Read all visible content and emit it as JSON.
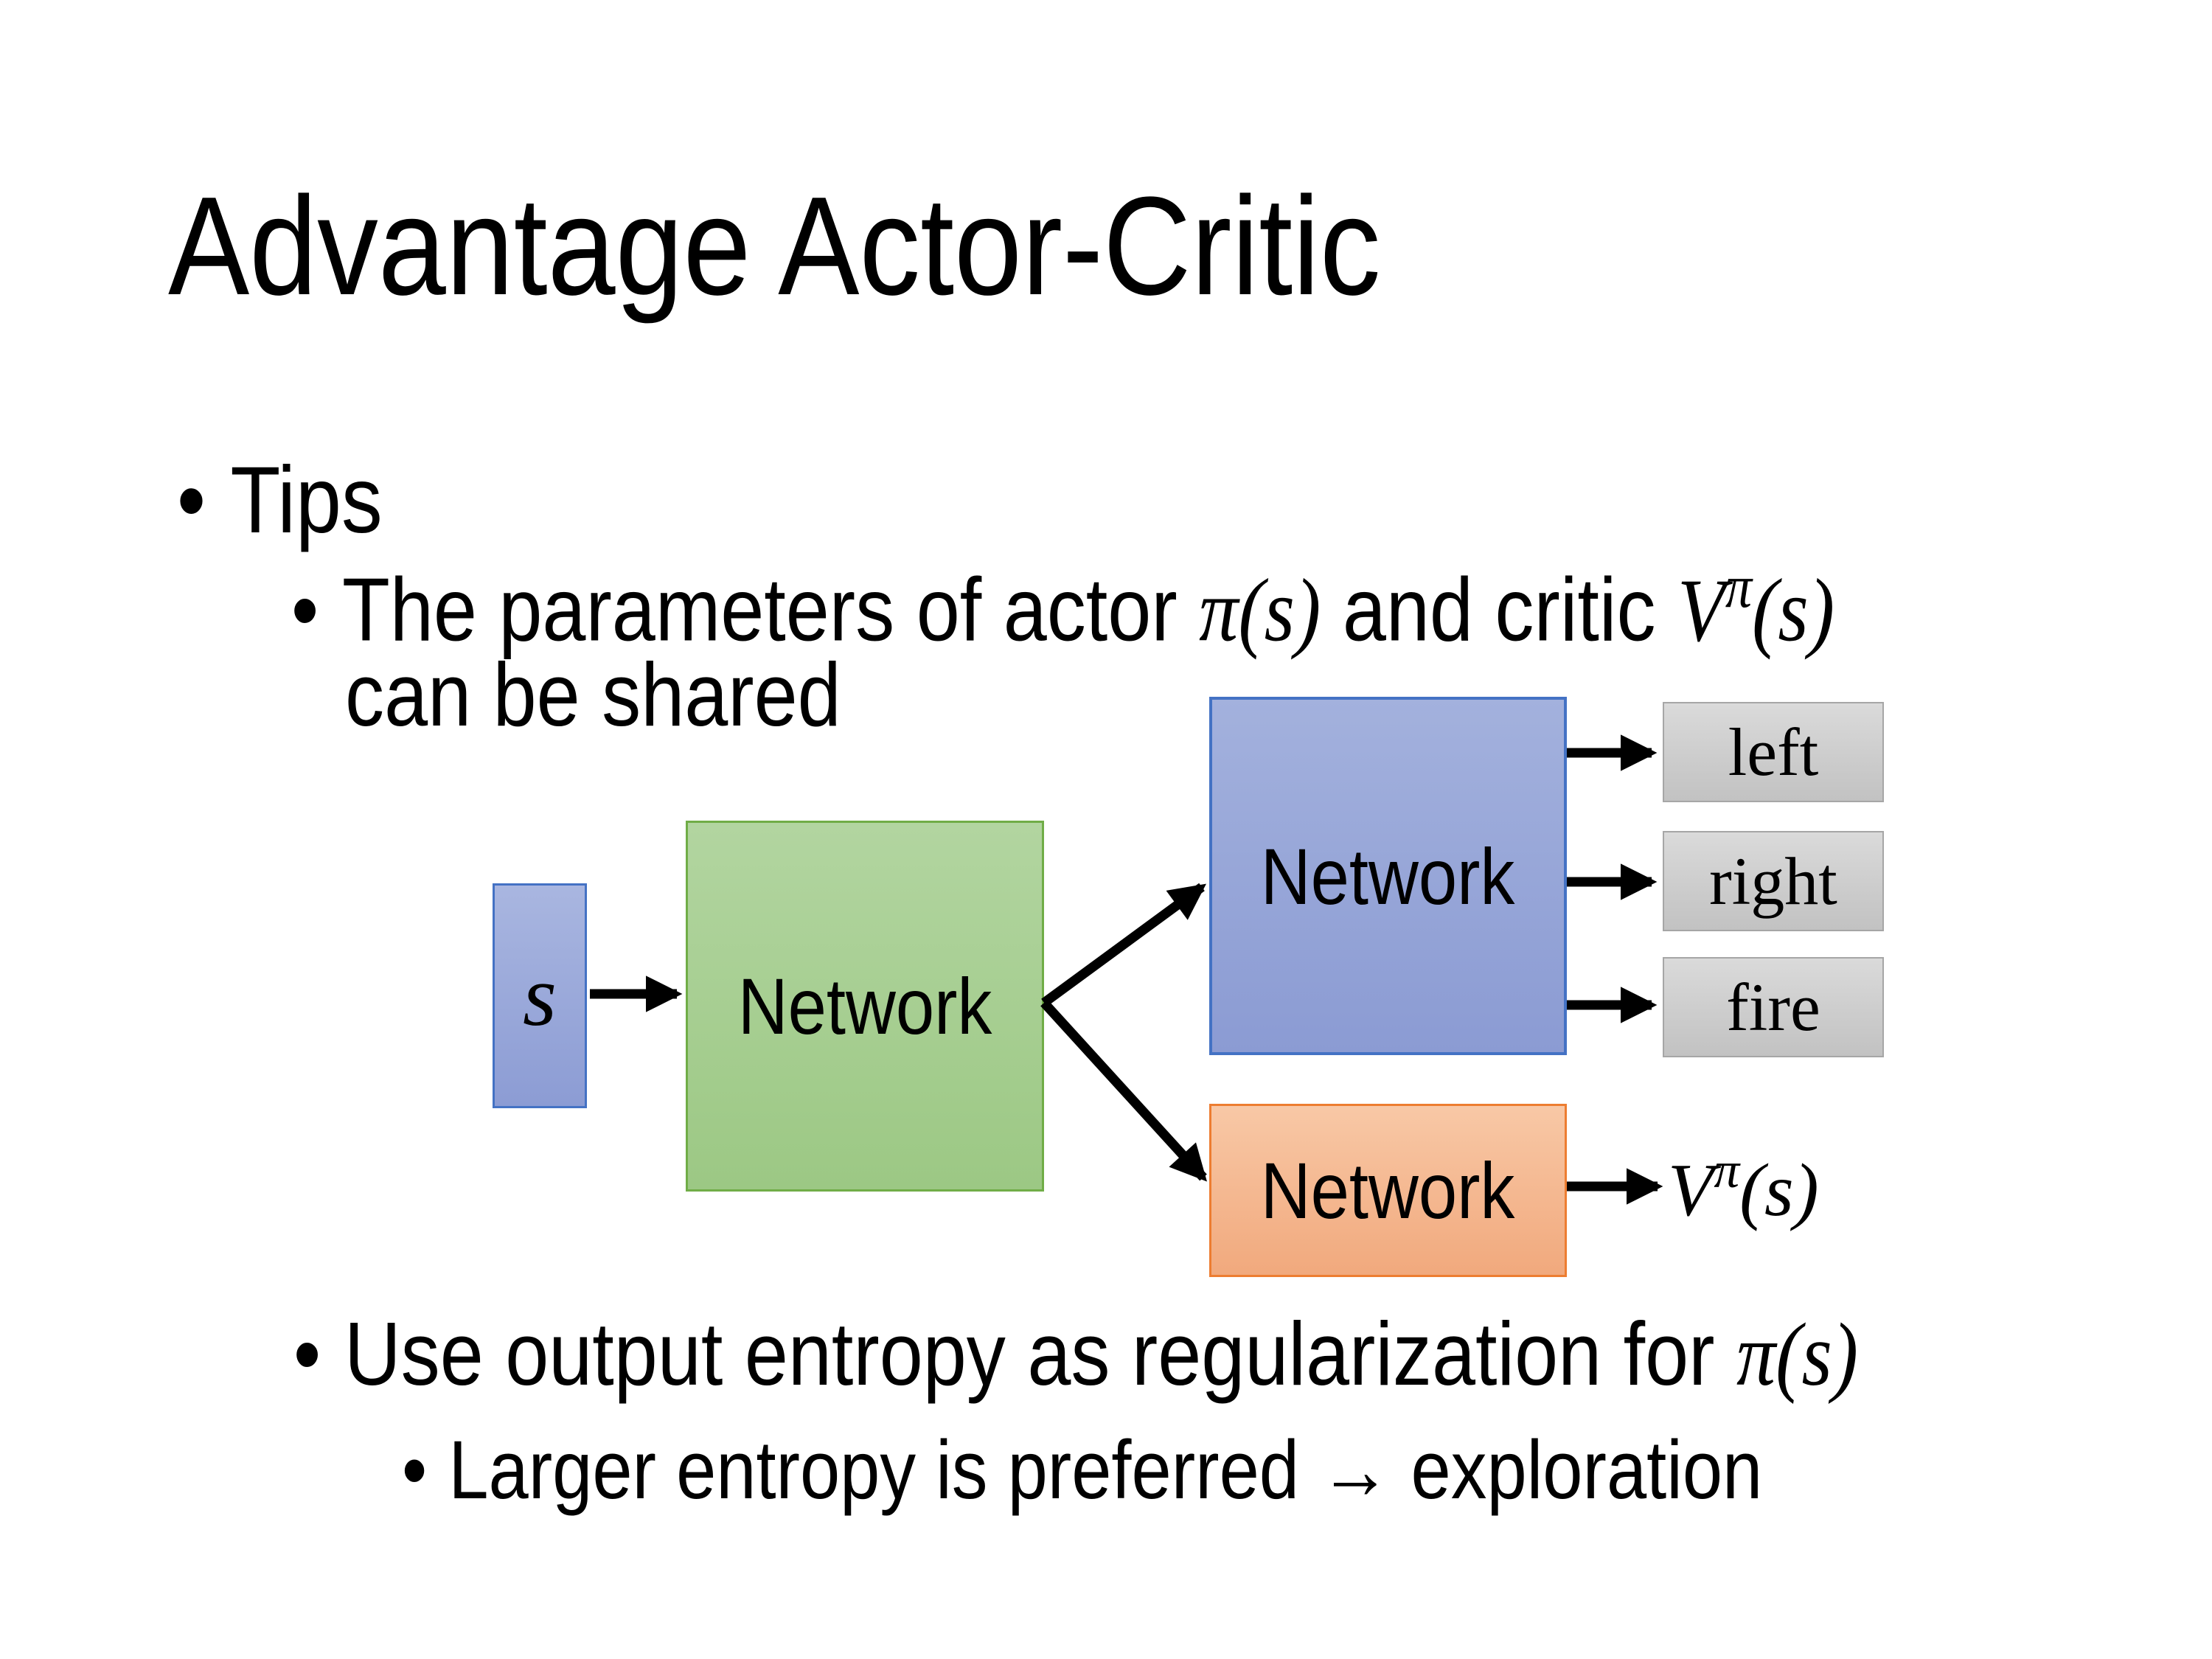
{
  "slide": {
    "title": "Advantage Actor-Critic",
    "bullet_char": "•",
    "tips_label": "Tips",
    "param_bullet": {
      "text1": "The parameters of actor ",
      "math1": "π(s)",
      "text2": "  and critic ",
      "value_base": "V",
      "value_sup": "π",
      "value_args": "(s)",
      "line2": "can be shared"
    },
    "entropy_bullet": {
      "text1": "Use output entropy as regularization for ",
      "math1": "π(s)"
    },
    "exploration_bullet": {
      "text1": "Larger entropy is preferred → exploration"
    }
  },
  "diagram": {
    "state_label": "s",
    "shared_network_label": "Network",
    "actor_network_label": "Network",
    "critic_network_label": "Network",
    "actions": [
      "left",
      "right",
      "fire"
    ],
    "value_output": {
      "base": "V",
      "sup": "π",
      "args": "(s)"
    },
    "colors": {
      "state_border": "#4472c4",
      "state_fill_top": "#a9b6e0",
      "state_fill_bottom": "#8c9cd4",
      "shared_border": "#70ad47",
      "shared_fill_top": "#b2d5a0",
      "shared_fill_bottom": "#9cc884",
      "actor_border": "#4472c4",
      "actor_fill_top": "#a3b1dd",
      "actor_fill_bottom": "#8b9bd3",
      "critic_border": "#ed7d31",
      "critic_fill_top": "#f8c8a6",
      "critic_fill_bottom": "#f1a97d",
      "action_border": "#a6a6a6",
      "action_fill_top": "#dadada",
      "action_fill_bottom": "#c2c2c2",
      "arrow": "#000000"
    }
  }
}
